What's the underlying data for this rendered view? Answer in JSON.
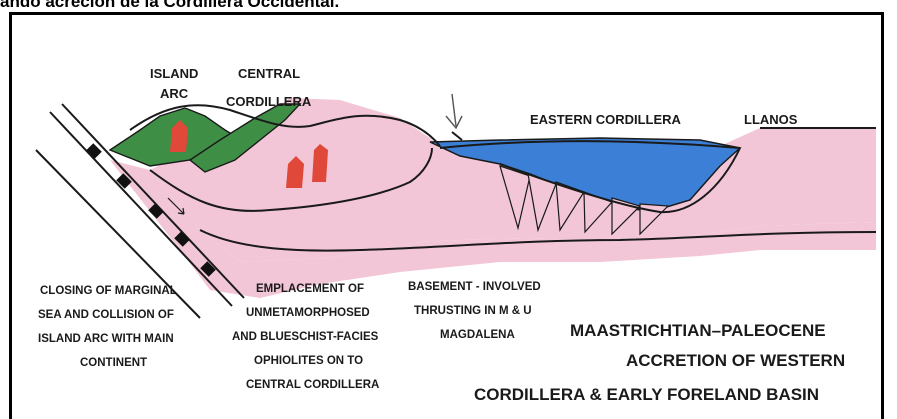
{
  "caption": "ando acreción de la Cordillera Occidental.",
  "labels": {
    "island_arc": [
      "ISLAND",
      "ARC"
    ],
    "central_cordillera": [
      "CENTRAL",
      "CORDILLERA"
    ],
    "eastern_cordillera": "EASTERN CORDILLERA",
    "llanos": "LLANOS"
  },
  "annotations": {
    "closing": [
      "CLOSING OF MARGINAL",
      "SEA AND COLLISION OF",
      "ISLAND ARC WITH MAIN",
      "CONTINENT"
    ],
    "emplacement": [
      "EMPLACEMENT OF",
      "UNMETAMORPHOSED",
      "AND BLUESCHIST-FACIES",
      "OPHIOLITES ON TO",
      "CENTRAL CORDILLERA"
    ],
    "basement": [
      "BASEMENT - INVOLVED",
      "THRUSTING IN M & U",
      "MAGDALENA"
    ]
  },
  "title": [
    "MAASTRICHTIAN–PALEOCENE",
    "ACCRETION OF WESTERN",
    "CORDILLERA & EARLY FORELAND BASIN"
  ],
  "colors": {
    "crust": "#f2c6d6",
    "arc_green": "#3e8f45",
    "basin_blue": "#3b7fd6",
    "intrusion_red": "#e0483a",
    "line": "#1a1a1a"
  }
}
